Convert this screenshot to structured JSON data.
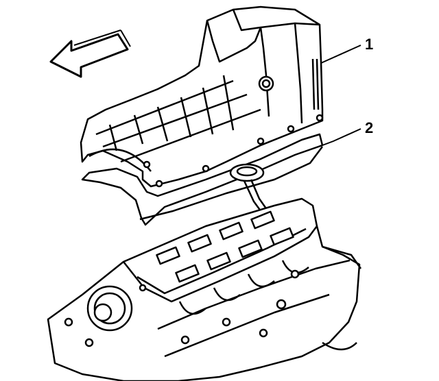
{
  "callouts": [
    {
      "id": "1",
      "label": "1"
    },
    {
      "id": "2",
      "label": "2"
    }
  ],
  "colors": {
    "line": "#000000",
    "background": "#ffffff",
    "shade": "#d9d9d9"
  }
}
